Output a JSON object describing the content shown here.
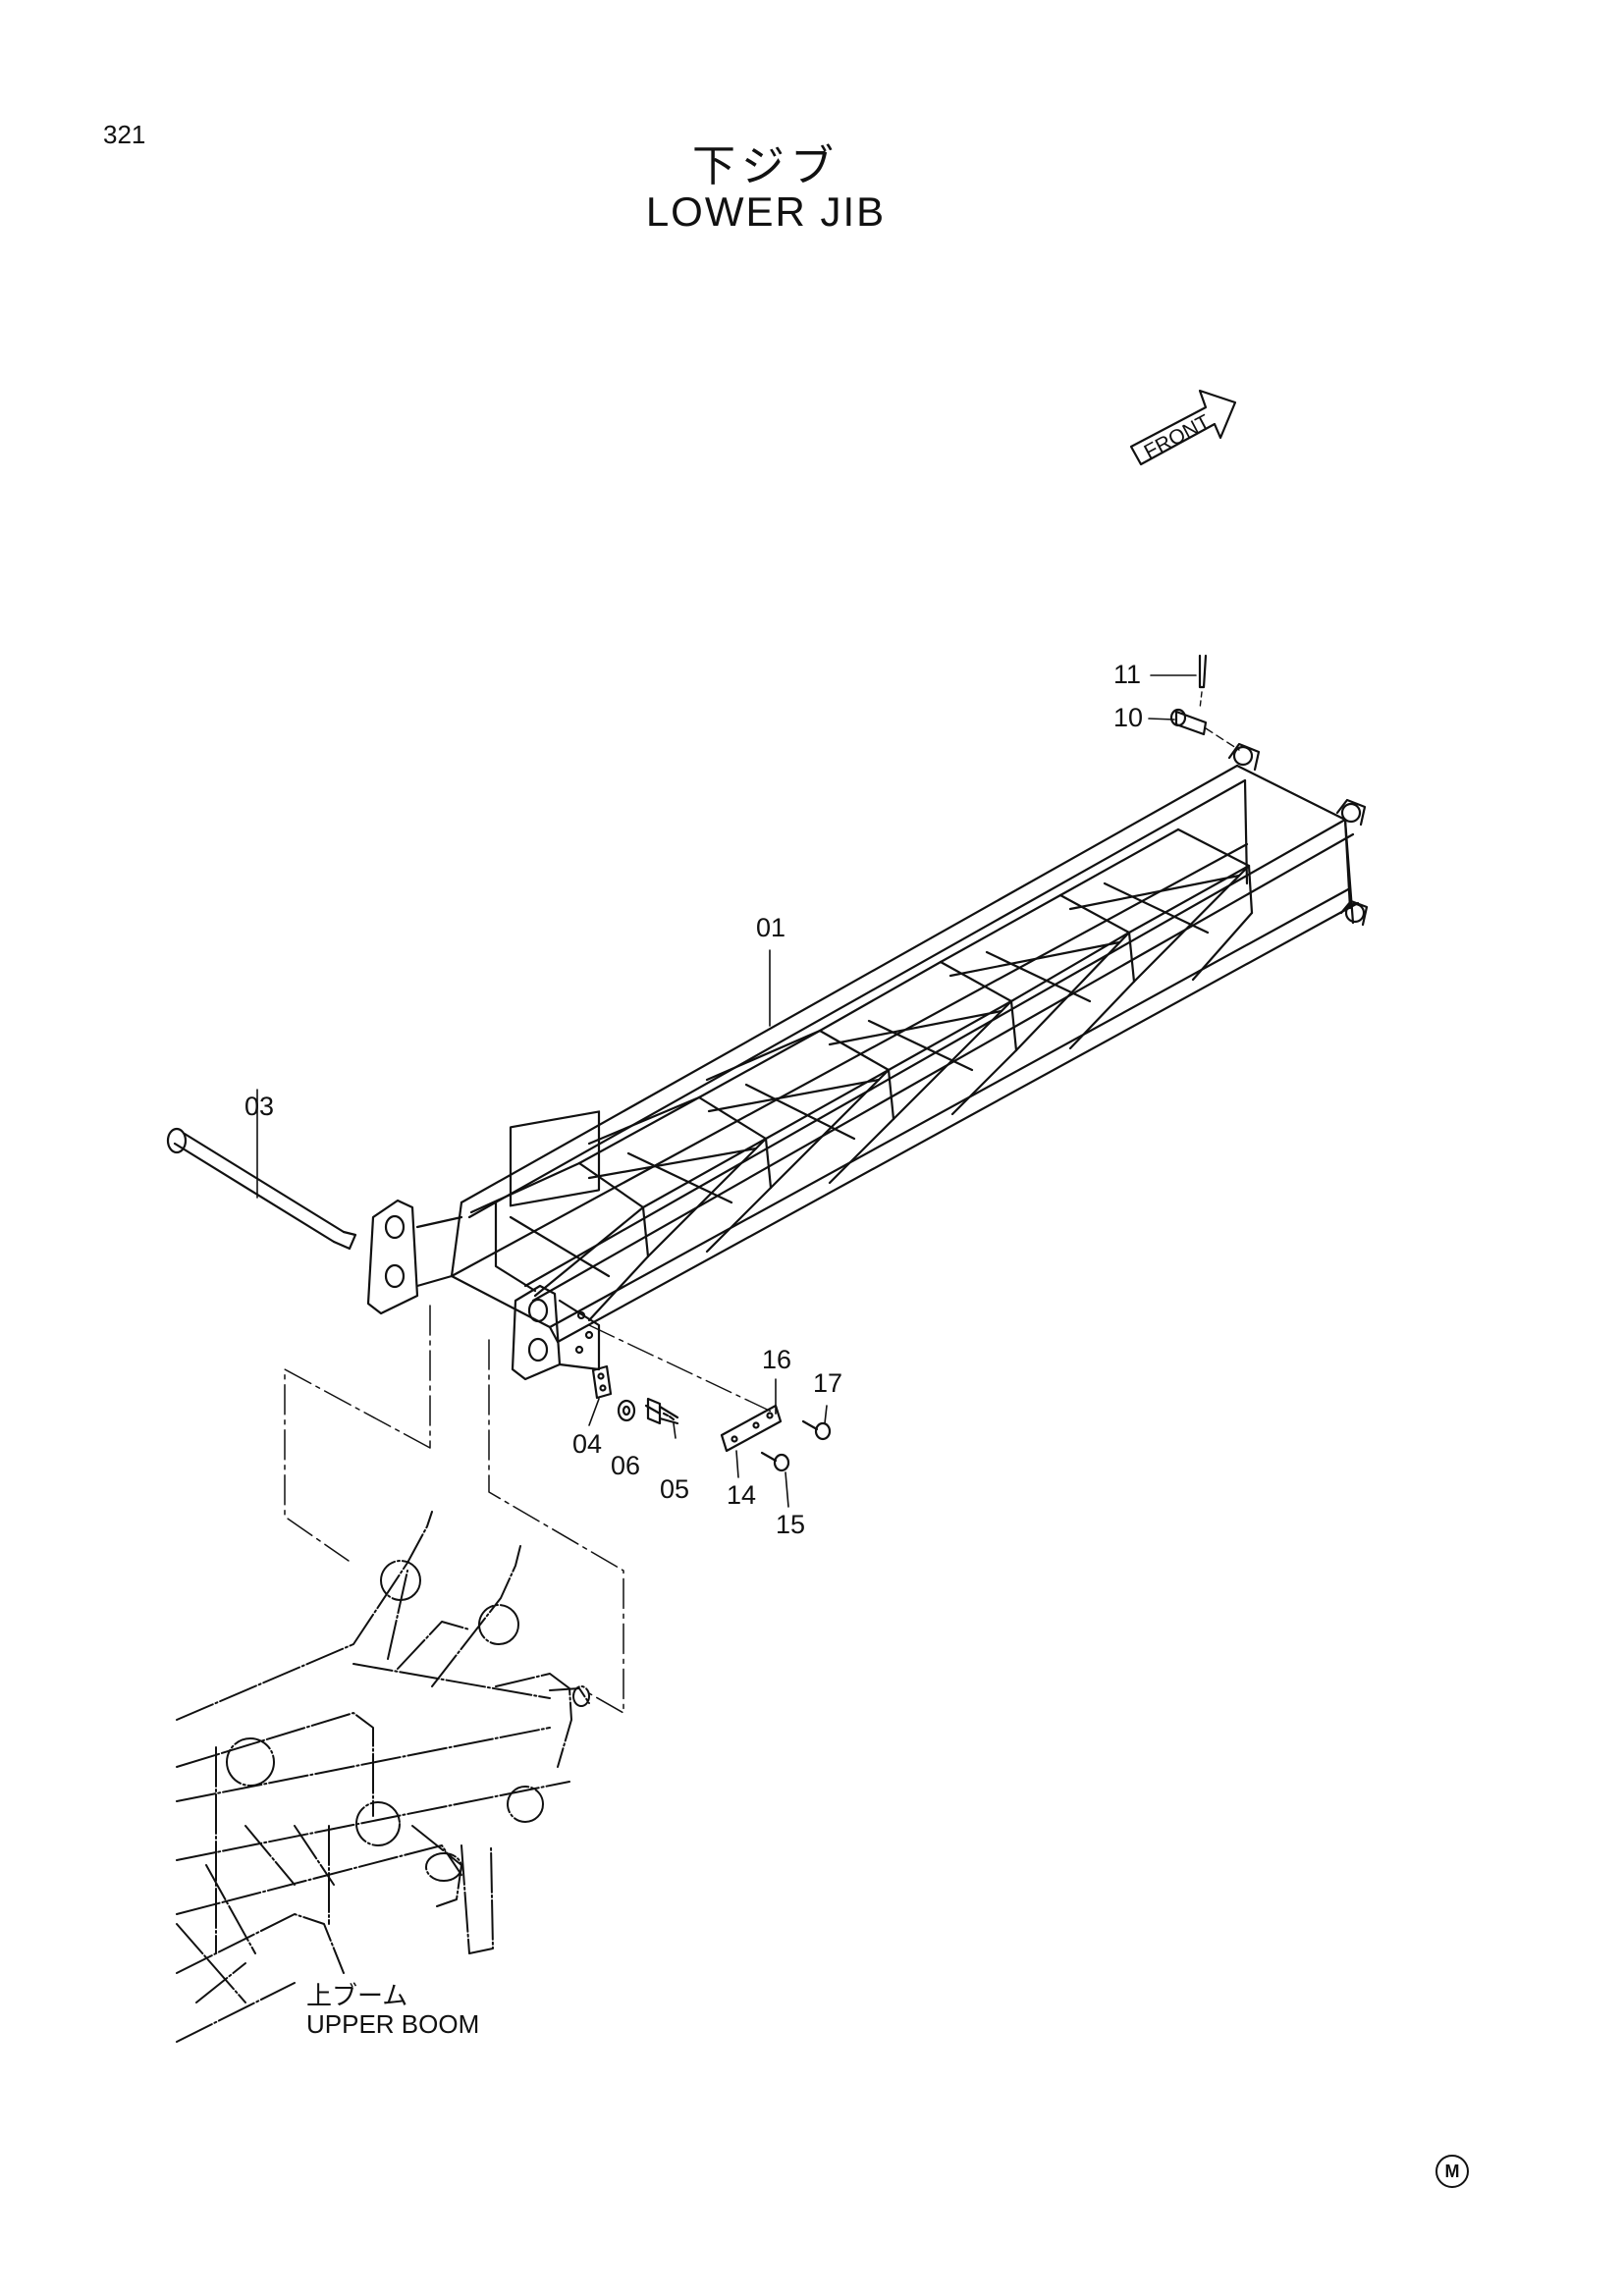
{
  "page_number": "321",
  "title_jp": "下ジブ",
  "title_en": "LOWER JIB",
  "front_label": "FRONT",
  "callouts": {
    "p01": "01",
    "p03": "03",
    "p04": "04",
    "p05": "05",
    "p06": "06",
    "p10": "10",
    "p11": "11",
    "p14": "14",
    "p15": "15",
    "p16": "16",
    "p17": "17"
  },
  "upper_boom": {
    "jp": "上ブーム",
    "en": "UPPER BOOM"
  },
  "corner_mark": "M"
}
